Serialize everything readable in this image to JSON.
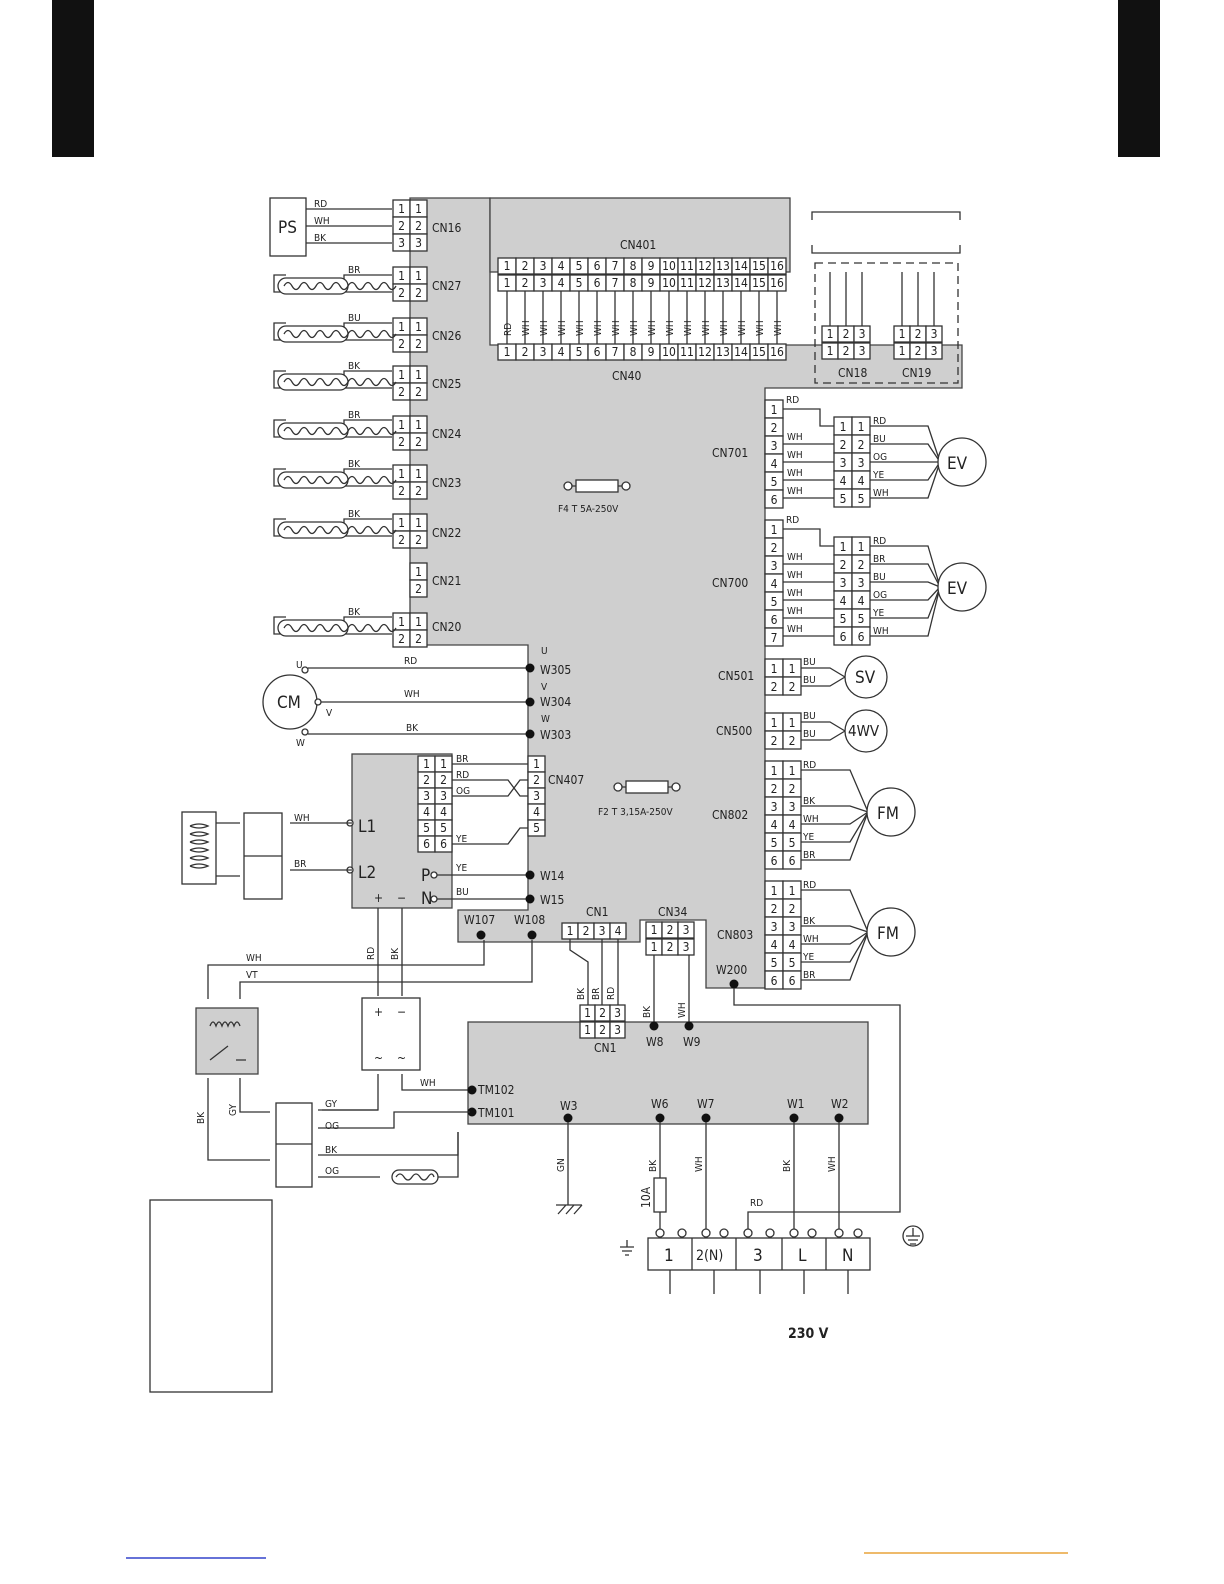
{
  "labels": {
    "ps": "PS",
    "cm": "CM",
    "ev1": "EV",
    "ev2": "EV",
    "sv": "SV",
    "fwv": "4WV",
    "fm1": "FM",
    "fm2": "FM",
    "cn16": "CN16",
    "cn27": "CN27",
    "cn26": "CN26",
    "cn25": "CN25",
    "cn24": "CN24",
    "cn23": "CN23",
    "cn22": "CN22",
    "cn21": "CN21",
    "cn20": "CN20",
    "cn401": "CN401",
    "cn40": "CN40",
    "cn18": "CN18",
    "cn19": "CN19",
    "cn701": "CN701",
    "cn700": "CN700",
    "cn501": "CN501",
    "cn500": "CN500",
    "cn802": "CN802",
    "cn803": "CN803",
    "cn407": "CN407",
    "cn1": "CN1",
    "cn1b": "CN1",
    "cn34": "CN34",
    "f4": "F4 T 5A-250V",
    "f2": "F2 T 3,15A-250V",
    "w305": "W305",
    "w304": "W304",
    "w303": "W303",
    "u": "U",
    "v": "V",
    "w": "W",
    "w14": "W14",
    "w15": "W15",
    "w107": "W107",
    "w108": "W108",
    "w200": "W200",
    "w8": "W8",
    "w9": "W9",
    "w3": "W3",
    "w6": "W6",
    "w7": "W7",
    "w1": "W1",
    "w2": "W2",
    "tm102": "TM102",
    "tm101": "TM101",
    "l1": "L1",
    "l2": "L2",
    "p": "P",
    "n": "N",
    "plus": "+",
    "minus": "−",
    "ac": "~",
    "fuse10a": "10A",
    "t1": "1",
    "t2": "2(N)",
    "t3": "3",
    "tl": "L",
    "tn": "N",
    "voltage": "230 V"
  },
  "wires": {
    "rd": "RD",
    "wh": "WH",
    "bk": "BK",
    "br": "BR",
    "bu": "BU",
    "og": "OG",
    "ye": "YE",
    "vt": "VT",
    "gy": "GY",
    "gn": "GN"
  },
  "colors": {
    "pcb": "#cfcfcf",
    "ink": "#333333",
    "bar": "#111111",
    "link_left": "#3344cc",
    "link_right": "#e8a33a"
  }
}
